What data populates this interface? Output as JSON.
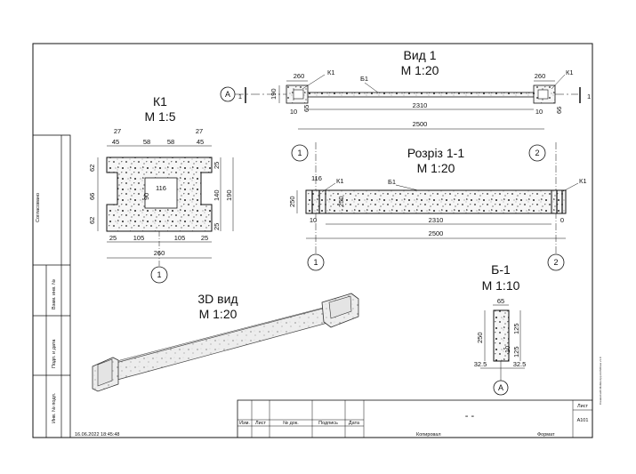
{
  "stamp": {
    "editor_text": "Created with Mobile App ArchiDraw v1.0"
  },
  "side_stamp": {
    "agreed": "Согласовано",
    "inv_replace": "Взам. инв. №",
    "sign_date": "Подп. и дата",
    "inv_orig": "Инв. № подл."
  },
  "view1": {
    "title": "Вид 1",
    "scale": "М 1:20",
    "axis_a": "А",
    "k1": "К1",
    "b1": "Б1",
    "d260_l": "260",
    "d260_r": "260",
    "d190": "190",
    "d10_l": "10",
    "d65_l": "65",
    "d2310": "2310",
    "d10_r": "10",
    "d66_r": "66",
    "d2500": "2500",
    "mark_1": "1",
    "mark_1r": "1"
  },
  "k1": {
    "title": "К1",
    "scale": "М 1:5",
    "d27_l": "27",
    "d27_r": "27",
    "d45_l": "45",
    "d58_l": "58",
    "d58_r": "58",
    "d45_r": "45",
    "d62_t": "62",
    "d66": "66",
    "d62_b": "62",
    "d116": "116",
    "d90": "90",
    "d25_t": "25",
    "d140": "140",
    "d190": "190",
    "d25_b": "25",
    "d25_bl": "25",
    "d105_l": "105",
    "d105_r": "105",
    "d25_br": "25",
    "d260": "260",
    "axis_1": "1"
  },
  "section": {
    "title": "Розріз 1-1",
    "scale": "М 1:20",
    "axis_1_top": "1",
    "axis_2_top": "2",
    "d116": "116",
    "k1_l": "К1",
    "b1": "Б1",
    "k1_r": "К1",
    "d250_l": "250",
    "d250_c": "250",
    "d10": "10",
    "d2310": "2310",
    "d0": "0",
    "d2500": "2500",
    "axis_1": "1",
    "axis_2": "2"
  },
  "view3d": {
    "title": "3D вид",
    "scale": "М 1:20"
  },
  "b1": {
    "title": "Б-1",
    "scale": "М 1:10",
    "d65": "65",
    "d250": "250",
    "d125_t": "125",
    "d125_b": "125",
    "d10": "10",
    "d325_l": "32.5",
    "d325_r": "32.5",
    "axis_a": "А"
  },
  "titleblock": {
    "izm": "Изм.",
    "list": "Лист",
    "ndoc": "№ док.",
    "podpis": "Подпись",
    "data": "Дата",
    "name": "- -",
    "sheet_label": "Лист",
    "sheet_code": "А101"
  },
  "footer": {
    "timestamp": "16.06.2022 18:45:48",
    "kopiroval": "Копировал",
    "format": "Формат"
  }
}
